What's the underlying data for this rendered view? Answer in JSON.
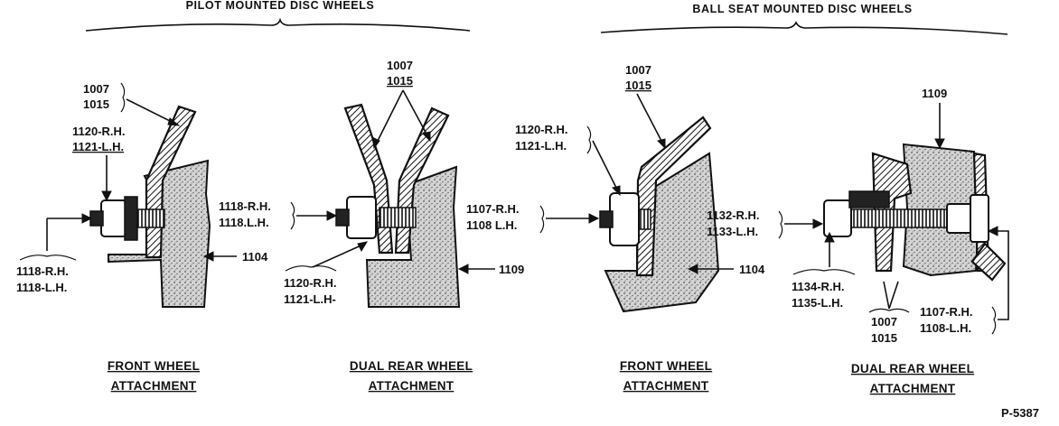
{
  "headers": {
    "pilot": "PILOT MOUNTED DISC WHEELS",
    "ball_seat": "BALL SEAT MOUNTED DISC WHEELS"
  },
  "panel1": {
    "wheel_top": "1007",
    "wheel_bottom": "1015",
    "nut_top": "1120-R.H.",
    "nut_bottom": "1121-L.H.",
    "stud_top": "1118-R.H.",
    "stud_bottom": "1118-L.H.",
    "hub": "1104",
    "caption_line1": "FRONT WHEEL",
    "caption_line2": "ATTACHMENT"
  },
  "panel2": {
    "wheel_top": "1007",
    "wheel_bottom": "1015",
    "stud_top": "1118-R.H.",
    "stud_bottom": "1118.L.H.",
    "nut_top": "1120-R.H.",
    "nut_bottom": "1121-L.H-",
    "drum": "1109",
    "caption_line1": "DUAL REAR WHEEL",
    "caption_line2": "ATTACHMENT"
  },
  "panel3": {
    "wheel_top": "1007",
    "wheel_bottom": "1015",
    "nut_top": "1120-R.H.",
    "nut_bottom": "1121-L.H.",
    "stud_top": "1107-R.H.",
    "stud_bottom": "1108 L.H.",
    "hub": "1104",
    "caption_line1": "FRONT WHEEL",
    "caption_line2": "ATTACHMENT"
  },
  "panel4": {
    "drum": "1109",
    "outer_nut_top": "1132-R.H.",
    "outer_nut_bottom": "1133-L.H.",
    "inner_nut_top": "1134-R.H.",
    "inner_nut_bottom": "1135-L.H.",
    "wheel_top": "1007",
    "wheel_bottom": "1015",
    "stud_top": "1107-R.H.",
    "stud_bottom": "1108-L.H.",
    "caption_line1": "DUAL REAR WHEEL",
    "caption_line2": "ATTACHMENT"
  },
  "figure_id": "P-5387"
}
